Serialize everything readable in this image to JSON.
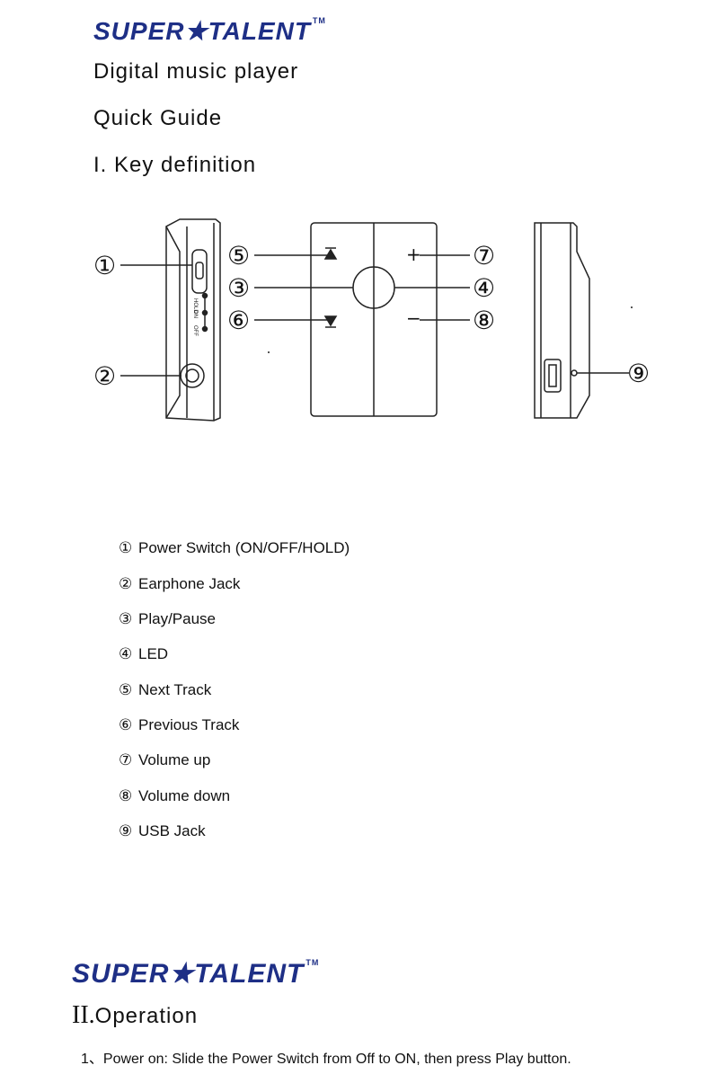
{
  "header": {
    "logo_text": "SUPER★TALENT",
    "logo_tm": "TM"
  },
  "titles": {
    "product": "Digital music player",
    "guide": "Quick Guide",
    "section1": "I. Key definition"
  },
  "diagram": {
    "callouts": [
      "①",
      "②",
      "③",
      "④",
      "⑤",
      "⑥",
      "⑦",
      "⑧",
      "⑨"
    ],
    "switch_labels": [
      "HOLD",
      "ON",
      "OFF"
    ],
    "plus": "+",
    "minus": "−"
  },
  "legend": [
    {
      "num": "①",
      "text": "Power Switch (ON/OFF/HOLD)"
    },
    {
      "num": "②",
      "text": "Earphone Jack"
    },
    {
      "num": "③",
      "text": "Play/Pause"
    },
    {
      "num": "④",
      "text": "LED"
    },
    {
      "num": "⑤",
      "text": "Next Track"
    },
    {
      "num": "⑥",
      "text": "Previous Track"
    },
    {
      "num": "⑦",
      "text": "Volume up"
    },
    {
      "num": "⑧",
      "text": "Volume down"
    },
    {
      "num": "⑨",
      "text": "USB Jack"
    }
  ],
  "section2": {
    "logo_text": "SUPER★TALENT",
    "logo_tm": "TM",
    "number": "II.",
    "title": "Operation",
    "step1": "1、Power on: Slide the Power Switch from Off to ON, then press Play button."
  },
  "colors": {
    "logo": "#1e2f86",
    "text": "#111111"
  }
}
